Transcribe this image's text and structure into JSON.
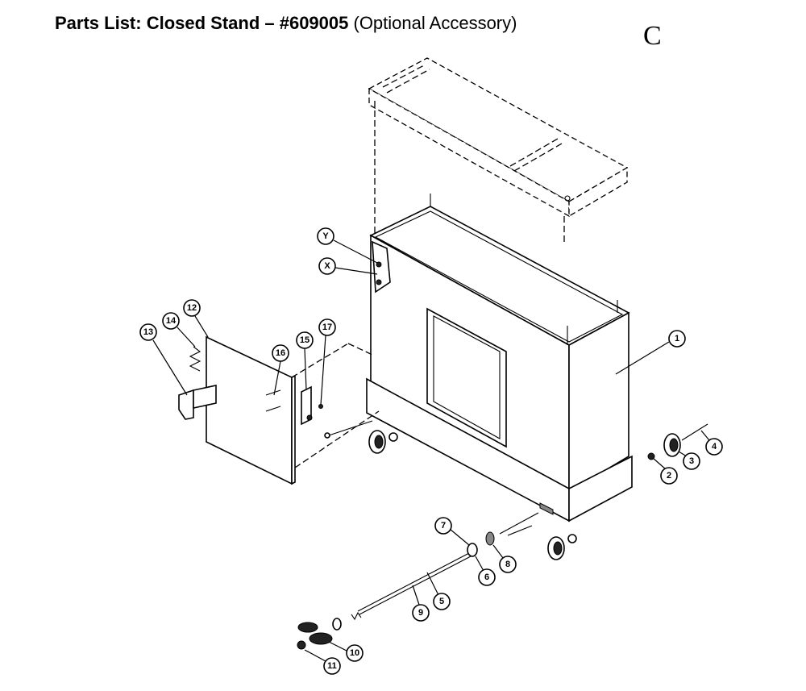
{
  "header": {
    "title_bold": "Parts List: Closed Stand – #609005",
    "title_rest": " (Optional Accessory)",
    "section_letter": "C"
  },
  "callouts": [
    {
      "id": "1",
      "label": "1"
    },
    {
      "id": "2",
      "label": "2"
    },
    {
      "id": "3",
      "label": "3"
    },
    {
      "id": "4",
      "label": "4"
    },
    {
      "id": "5",
      "label": "5"
    },
    {
      "id": "6",
      "label": "6"
    },
    {
      "id": "7",
      "label": "7"
    },
    {
      "id": "8",
      "label": "8"
    },
    {
      "id": "9",
      "label": "9"
    },
    {
      "id": "10",
      "label": "10"
    },
    {
      "id": "11",
      "label": "11"
    },
    {
      "id": "12",
      "label": "12"
    },
    {
      "id": "13",
      "label": "13"
    },
    {
      "id": "14",
      "label": "14"
    },
    {
      "id": "15",
      "label": "15"
    },
    {
      "id": "16",
      "label": "16"
    },
    {
      "id": "17",
      "label": "17"
    },
    {
      "id": "X",
      "label": "X"
    },
    {
      "id": "Y",
      "label": "Y"
    }
  ]
}
